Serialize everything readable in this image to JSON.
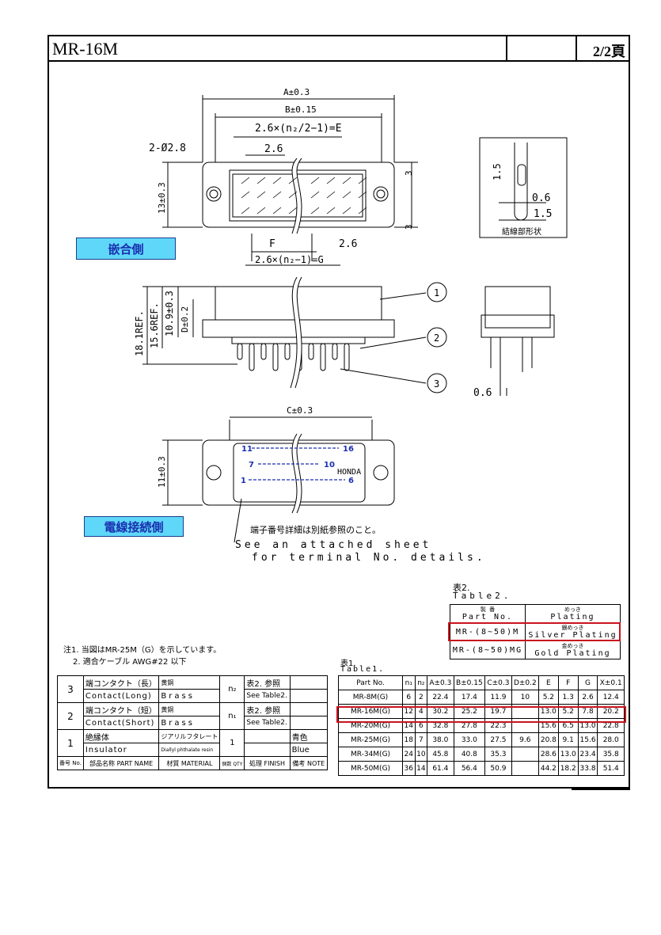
{
  "header": {
    "title": "MR-16M",
    "page": "2/2頁"
  },
  "labels": {
    "mating_side": "嵌合側",
    "wire_side": "電線接続側",
    "terminal_note_jp": "端子番号詳細は別紙参照のこと。",
    "terminal_note_en1": "See an attached sheet",
    "terminal_note_en2": "for terminal No. details.",
    "inset_caption": "結線部形状",
    "brand": "HONDA"
  },
  "dims": {
    "A": "A±0.3",
    "B": "B±0.15",
    "C": "C±0.3",
    "D": "D±0.2",
    "E_formula": "2.6×(n₂/2−1)=E",
    "G_formula": "2.6×(n₂−1)=G",
    "hole": "2-Ø2.8",
    "pitch": "2.6",
    "F": "F",
    "pitch2": "2.6",
    "h13": "13±0.3",
    "h11": "11±0.3",
    "h3a": "3",
    "h3b": "3",
    "t15": "1.5",
    "t06": "0.6",
    "t15b": "1.5",
    "ht181": "18.1REF.",
    "ht156": "15.6REF.",
    "ht109": "10.9±0.3",
    "foot": "0.6",
    "callouts": [
      "1",
      "2",
      "3"
    ],
    "pins_row_a": [
      "11",
      "16"
    ],
    "pins_row_b": [
      "7",
      "10"
    ],
    "pins_row_c": [
      "1",
      "6"
    ]
  },
  "notes": {
    "n1": "注1. 当図はMR-25M（G）を示しています。",
    "n2": "2. 適合ケーブル AWG#22 以下"
  },
  "table2": {
    "title_jp": "表2.",
    "title_en": "Table2.",
    "head_part_jp": "製 番",
    "head_part_en": "Part No.",
    "head_plating_jp": "めっき",
    "head_plating_en": "Plating",
    "rows": [
      {
        "part": "MR-(8~50)M",
        "jp": "銀めっき",
        "en": "Silver Plating"
      },
      {
        "part": "MR-(8~50)MG",
        "jp": "金めっき",
        "en": "Gold Plating"
      }
    ]
  },
  "table1": {
    "title_jp": "表1.",
    "title_en": "Table1.",
    "head": [
      "Part No.",
      "n₁",
      "n₂",
      "A±0.3",
      "B±0.15",
      "C±0.3",
      "D±0.2",
      "E",
      "F",
      "G",
      "X±0.1"
    ],
    "rows": [
      [
        "MR-8M(G)",
        "6",
        "2",
        "22.4",
        "17.4",
        "11.9",
        "10",
        "5.2",
        "1.3",
        "2.6",
        "12.4"
      ],
      [
        "MR-16M(G)",
        "12",
        "4",
        "30.2",
        "25.2",
        "19.7",
        "",
        "13.0",
        "5.2",
        "7.8",
        "20.2"
      ],
      [
        "MR-20M(G)",
        "14",
        "6",
        "32.8",
        "27.8",
        "22.3",
        "",
        "15.6",
        "6.5",
        "13.0",
        "22.8"
      ],
      [
        "MR-25M(G)",
        "18",
        "7",
        "38.0",
        "33.0",
        "27.5",
        "9.6",
        "20.8",
        "9.1",
        "15.6",
        "28.0"
      ],
      [
        "MR-34M(G)",
        "24",
        "10",
        "45.8",
        "40.8",
        "35.3",
        "",
        "28.6",
        "13.0",
        "23.4",
        "35.8"
      ],
      [
        "MR-50M(G)",
        "36",
        "14",
        "61.4",
        "56.4",
        "50.9",
        "",
        "44.2",
        "18.2",
        "33.8",
        "51.4"
      ]
    ]
  },
  "parts": {
    "rows": [
      {
        "no": "3",
        "name_jp": "端コンタクト（長）",
        "name_en": "Contact(Long)",
        "mat_jp": "黄銅",
        "mat_en": "Brass",
        "qty": "n₂",
        "fin_jp": "表2. 参照",
        "fin_en": "See Table2.",
        "note": ""
      },
      {
        "no": "2",
        "name_jp": "端コンタクト（短）",
        "name_en": "Contact(Short)",
        "mat_jp": "黄銅",
        "mat_en": "Brass",
        "qty": "n₁",
        "fin_jp": "表2. 参照",
        "fin_en": "See Table2.",
        "note": ""
      },
      {
        "no": "1",
        "name_jp": "絶縁体",
        "name_en": "Insulator",
        "mat_jp": "ジアリルフタレート",
        "mat_en": "Diallyl phthalate resin",
        "qty": "1",
        "fin_jp": "",
        "fin_en": "",
        "note_jp": "青色",
        "note_en": "Blue"
      }
    ],
    "head": {
      "no": "番号 No.",
      "name": "部品名称 PART NAME",
      "mat": "材質 MATERIAL",
      "qty": "個数 QTY",
      "fin": "処理 FINISH",
      "note": "備考 NOTE"
    }
  }
}
